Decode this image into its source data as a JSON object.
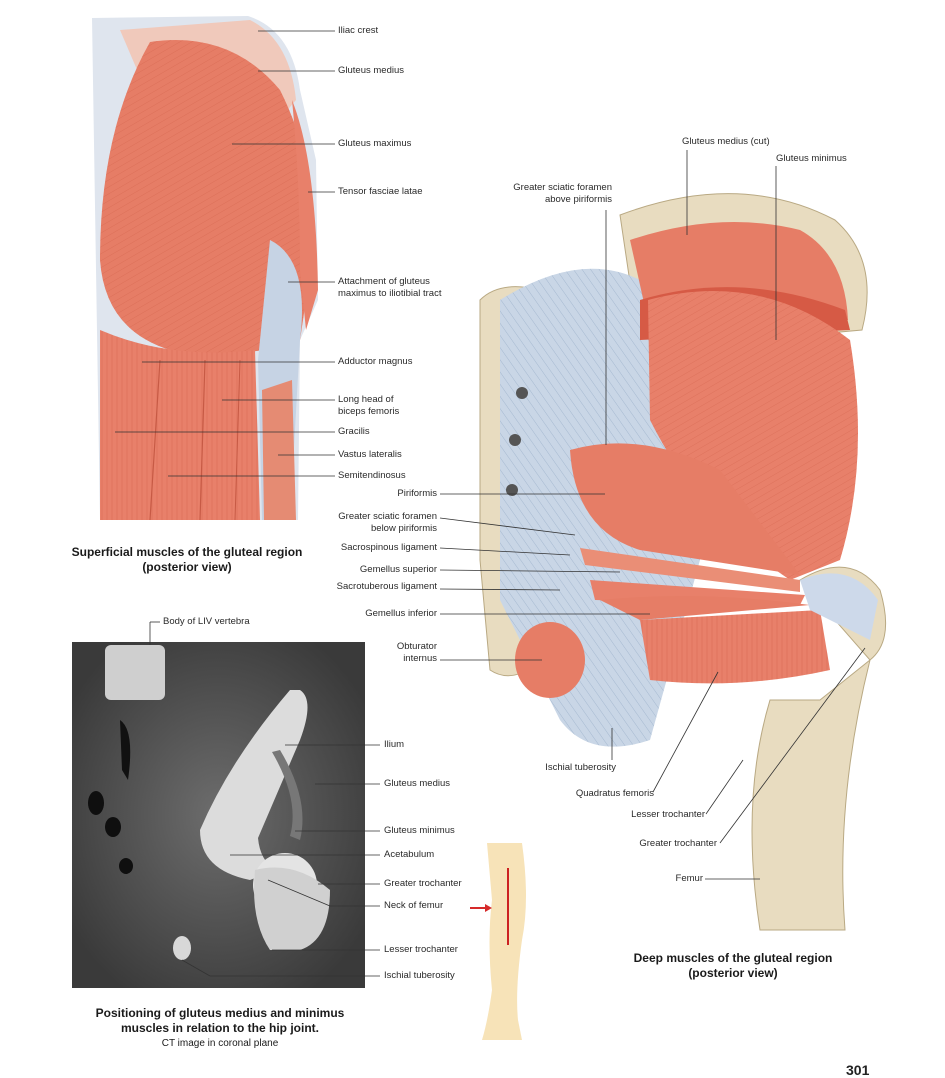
{
  "colors": {
    "muscle": "#e8806a",
    "muscle_dark": "#d4604d",
    "fascia": "#c9d6e6",
    "bone": "#e8dcc0",
    "skin_figure": "#f7e3b8",
    "arrow": "#d62a2a"
  },
  "labels": {
    "iliac_crest": "Iliac crest",
    "gluteus_medius_sup": "Gluteus medius",
    "gluteus_maximus": "Gluteus maximus",
    "tensor_fasciae_latae": "Tensor fasciae latae",
    "attachment_l1": "Attachment of gluteus",
    "attachment_l2": "maximus to iliotibial tract",
    "adductor_magnus": "Adductor magnus",
    "long_head_l1": "Long head of",
    "long_head_l2": "biceps femoris",
    "gracilis": "Gracilis",
    "vastus_lateralis": "Vastus lateralis",
    "semitendinosus": "Semitendinosus",
    "piriformis": "Piriformis",
    "gsf_below_l1": "Greater sciatic foramen",
    "gsf_below_l2": "below piriformis",
    "sacrospinous": "Sacrospinous ligament",
    "gemellus_superior": "Gemellus superior",
    "sacrotuberous": "Sacrotuberous ligament",
    "gemellus_inferior": "Gemellus inferior",
    "obturator_l1": "Obturator",
    "obturator_l2": "internus",
    "gsf_above_l1": "Greater sciatic foramen",
    "gsf_above_l2": "above piriformis",
    "gluteus_medius_cut": "Gluteus medius (cut)",
    "gluteus_minimus_deep": "Gluteus minimus",
    "ischial_tuberosity_deep": "Ischial tuberosity",
    "quadratus_femoris": "Quadratus femoris",
    "lesser_trochanter_deep": "Lesser trochanter",
    "greater_trochanter_deep": "Greater trochanter",
    "femur": "Femur",
    "body_liv": "Body of LIV vertebra",
    "ilium": "Ilium",
    "ct_gluteus_medius": "Gluteus medius",
    "ct_gluteus_minimus": "Gluteus minimus",
    "acetabulum": "Acetabulum",
    "ct_greater_trochanter": "Greater trochanter",
    "neck_of_femur": "Neck of femur",
    "ct_lesser_trochanter": "Lesser trochanter",
    "ct_ischial_tuberosity": "Ischial tuberosity"
  },
  "captions": {
    "superficial_l1": "Superficial muscles of the gluteal region",
    "superficial_l2": "(posterior view)",
    "deep_l1": "Deep muscles of the gluteal region",
    "deep_l2": "(posterior view)",
    "ct_l1": "Positioning of gluteus medius and minimus",
    "ct_l2": "muscles in relation to the hip joint.",
    "ct_sub": "CT image in coronal plane"
  },
  "page_number": "301"
}
